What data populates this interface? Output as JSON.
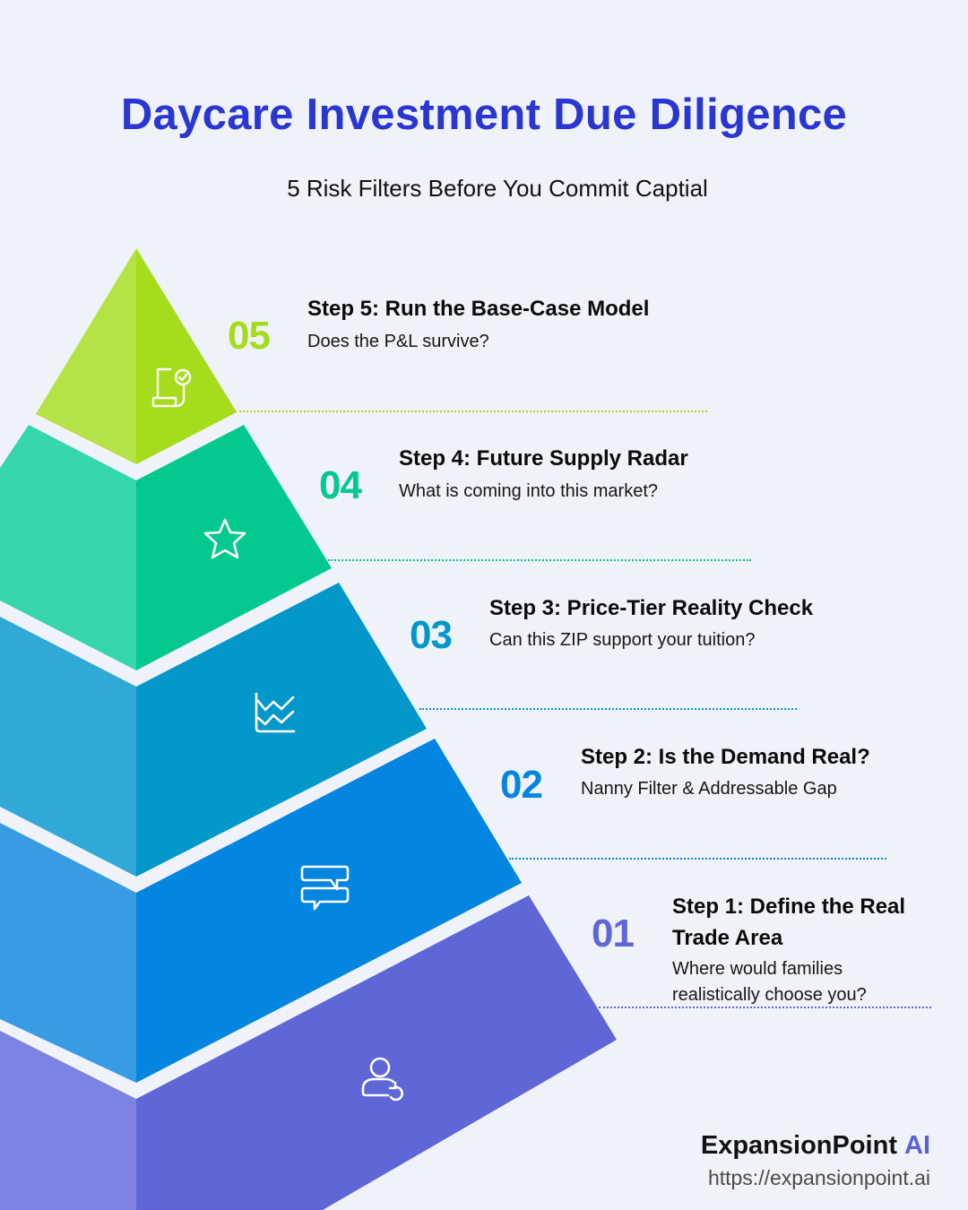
{
  "header": {
    "title": "Daycare Investment Due Diligence",
    "subtitle": "5 Risk Filters Before You Commit Captial"
  },
  "colors": {
    "background": "#eff2f9",
    "title": "#2a36d1",
    "level5_left": "#b5e245",
    "level5_right": "#a5dc1c",
    "level4_left": "#35d6a7",
    "level4_right": "#03c98f",
    "level3_left": "#30a9d6",
    "level3_right": "#0398c9",
    "level2_left": "#389ce4",
    "level2_right": "#0385e0",
    "level1_left": "#7d82e0",
    "level1_right": "#5f66d6"
  },
  "steps": [
    {
      "number": "05",
      "title": "Step 5: Run the Base-Case Model",
      "desc": "Does the P&L survive?",
      "icon": "document-check-icon",
      "color": "#a5dc1c"
    },
    {
      "number": "04",
      "title": "Step 4: Future Supply Radar",
      "desc": "What is coming into this market?",
      "icon": "star-icon",
      "color": "#03c98f"
    },
    {
      "number": "03",
      "title": "Step 3: Price-Tier Reality Check",
      "desc": "Can this ZIP support your tuition?",
      "icon": "line-chart-icon",
      "color": "#0398c9"
    },
    {
      "number": "02",
      "title": "Step 2: Is the Demand Real?",
      "desc": "Nanny Filter & Addressable Gap",
      "icon": "chat-bubbles-icon",
      "color": "#0385e0"
    },
    {
      "number": "01",
      "title_line1": "Step 1: Define the Real",
      "title_line2": "Trade Area",
      "desc_line1": "Where would families",
      "desc_line2": "realistically choose you?",
      "icon": "user-refresh-icon",
      "color": "#5f66d6"
    }
  ],
  "footer": {
    "brand": "ExpansionPoint",
    "brand_suffix": "AI",
    "url": "https://expansionpoint.ai"
  }
}
